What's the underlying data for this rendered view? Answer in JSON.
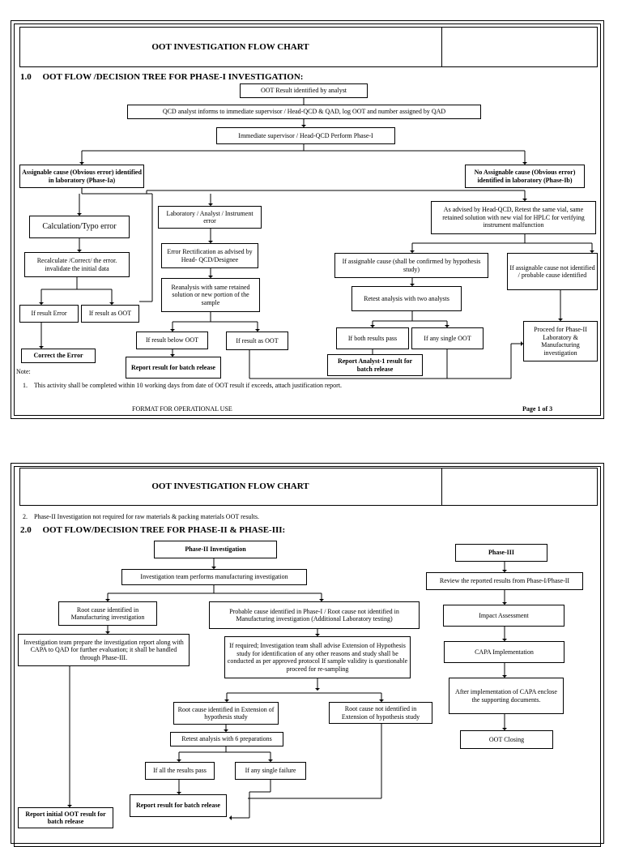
{
  "page1": {
    "title": "OOT INVESTIGATION FLOW CHART",
    "section": "1.0     OOT FLOW /DECISION TREE FOR PHASE-I INVESTIGATION:",
    "boxes": {
      "oot_identified": "OOT Result identified by analyst",
      "qcd_informs": "QCD analyst informs to immediate supervisor / Head-QCD & QAD, log OOT and number assigned by QAD",
      "supervisor_phase1": "Immediate supervisor / Head-QCD Perform Phase-I",
      "assignable_cause": "Assignable cause (Obvious error) identified in laboratory (Phase-Ia)",
      "no_assignable_cause": "No Assignable cause (Obvious error) identified in laboratory (Phase-Ib)",
      "calc_typo": "Calculation/Typo error",
      "lab_analyst_instrument": "Laboratory / Analyst / Instrument error",
      "retest_same_vial": "As advised by Head-QCD, Retest the same vial, same retained solution with new vial for HPLC for verifying instrument malfunction",
      "recalculate": "Recalculate /Correct/ the error. invalidate the initial data",
      "error_rectification": "Error Rectification as advised by Head- QCD/Designee",
      "if_assignable_hypothesis": "If assignable cause (shall be confirmed by hypothesis study)",
      "if_not_identified": "If assignable cause not identified / probable cause identified",
      "reanalysis": "Reanalysis with same retained solution or new portion of the sample",
      "retest_two_analysts": "Retest analysis with two analysts",
      "if_result_error": "If result Error",
      "if_result_oot_left": "If result as OOT",
      "if_below_oot": "If result below OOT",
      "if_result_oot_mid": "If result as OOT",
      "if_both_pass": "If both results pass",
      "if_any_single_oot": "If any single OOT",
      "proceed_phase2": "Proceed for Phase-II Laboratory & Manufacturing investigation",
      "correct_error": "Correct the Error",
      "report_batch_release": "Report result for batch release",
      "report_analyst1": "Report Analyst-1 result for batch release"
    },
    "note_label": "Note:",
    "note_1": "1.    This activity shall be completed within 10 working days from date of OOT result if exceeds, attach justification report.",
    "footer_left": "FORMAT FOR OPERATIONAL USE",
    "footer_right": "Page 1 of 3"
  },
  "page2": {
    "title": "OOT INVESTIGATION FLOW CHART",
    "note_2": "2.    Phase-II Investigation not required for raw materials & packing materials OOT results.",
    "section": "2.0     OOT FLOW/DECISION TREE FOR PHASE-II & PHASE-III:",
    "boxes": {
      "phase2_investigation": "Phase-II Investigation",
      "phase3": "Phase-III",
      "team_manufacturing": "Investigation team performs manufacturing investigation",
      "review_results": "Review the reported results from Phase-I/Phase-II",
      "root_cause_mfg": "Root cause identified in Manufacturing investigation",
      "probable_cause": "Probable cause identified in Phase-I / Root cause not identified in Manufacturing investigation (Additional Laboratory testing)",
      "impact_assessment": "Impact Assessment",
      "team_prepare_report": "Investigation team prepare the investigation report along with CAPA to QAD for further evaluation; it shall be handled through Phase-III.",
      "if_required_extension": "If required; Investigation team shall advise Extension of Hypothesis study for identification of any other reasons and study shall be conducted as per approved protocol If sample validity is questionable proceed for re-sampling",
      "capa_implementation": "CAPA Implementation",
      "after_capa": "After implementation of CAPA enclose the supporting documents.",
      "root_cause_extension": "Root cause identified in Extension of hypothesis study",
      "root_cause_not_extension": "Root cause not identified in Extension of hypothesis study",
      "oot_closing": "OOT Closing",
      "retest_6_preps": "Retest analysis with 6 preparations",
      "if_all_pass": "If all the results pass",
      "if_any_failure": "If any single failure",
      "report_batch_release": "Report result for batch release",
      "report_initial": "Report initial OOT result for batch release"
    }
  }
}
